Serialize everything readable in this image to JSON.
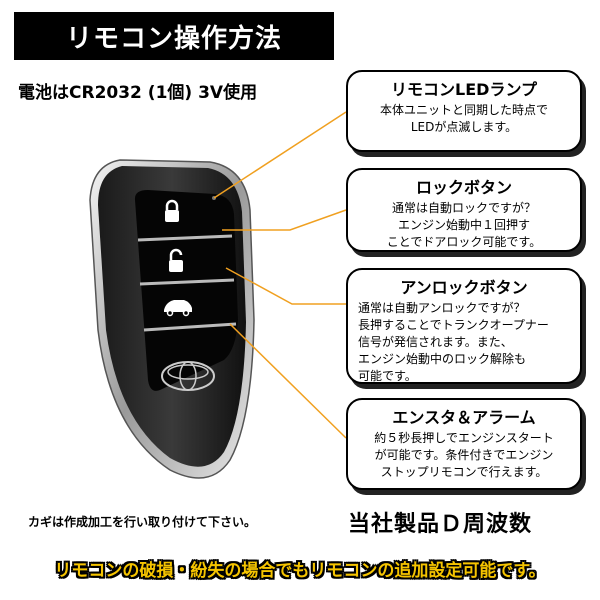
{
  "title": "リモコン操作方法",
  "battery_text": "電池はCR2032 (1個) 3V使用",
  "callouts": [
    {
      "title": "リモコンLEDランプ",
      "body": "本体ユニットと同期した時点で\nLEDが点滅します。"
    },
    {
      "title": "ロックボタン",
      "body": "通常は自動ロックですが？\nエンジン始動中１回押す\nことでドアロック可能です。"
    },
    {
      "title": "アンロックボタン",
      "body": "通常は自動アンロックですが？\n長押することでトランクオープナー\n信号が発信されます。また、\nエンジン始動中のロック解除も\n可能です。"
    },
    {
      "title": "エンスタ＆アラーム",
      "body": "約５秒長押しでエンジンスタート\nが可能です。条件付きでエンジン\nストップリモコンで行えます。"
    }
  ],
  "note": "カギは作成加工を行い取り付けて下さい。",
  "product": "当社製品Ｄ周波数",
  "footer": "リモコンの破損・紛失の場合でもリモコンの追加設定可能です。",
  "colors": {
    "accent_line": "#f0a020",
    "footer_text": "#f5c400",
    "title_bg": "#000000"
  },
  "icons": [
    "lock-icon",
    "unlock-icon",
    "trunk-icon",
    "toyota-logo"
  ]
}
